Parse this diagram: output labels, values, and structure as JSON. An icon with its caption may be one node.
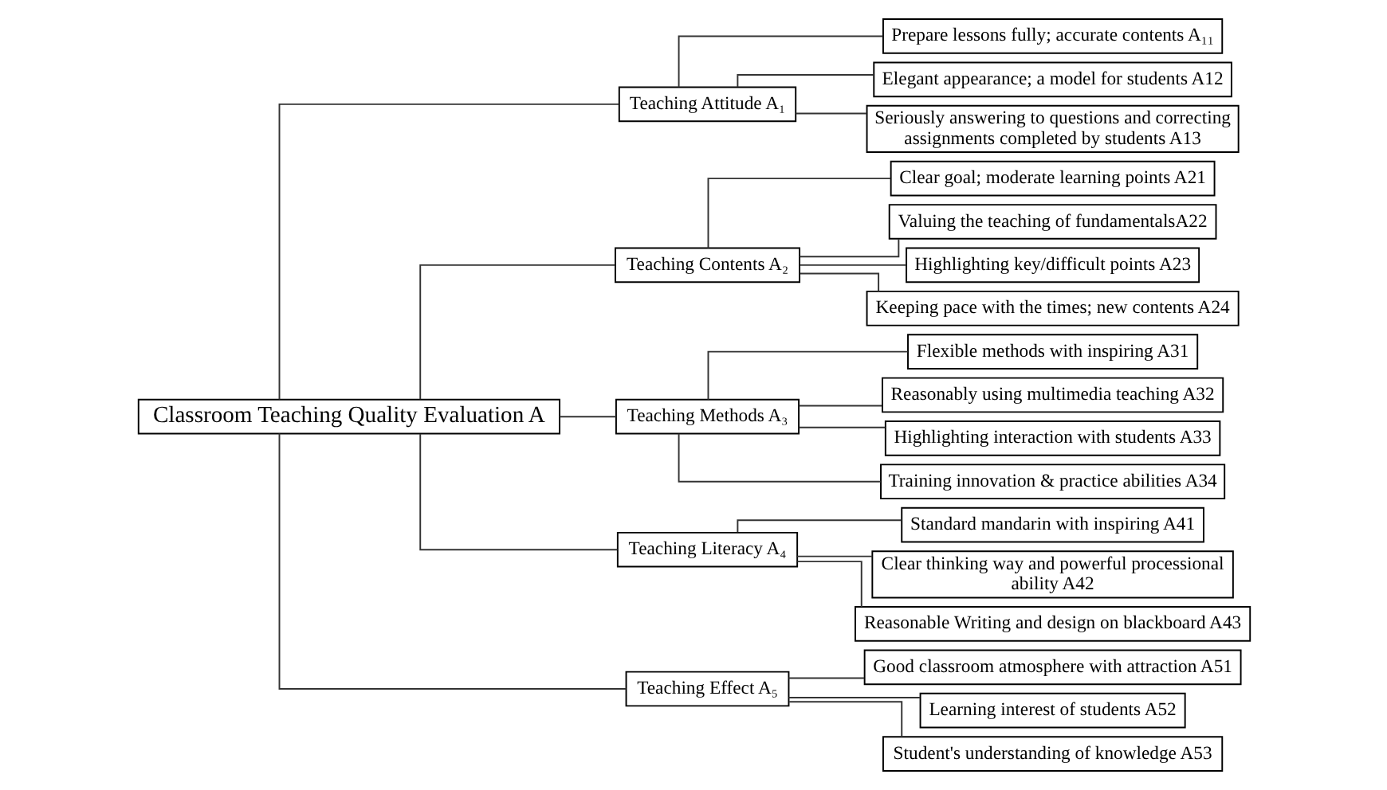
{
  "diagram": {
    "nodes": [
      {
        "text": [
          "Classroom Teaching Quality Evaluation A"
        ]
      },
      {
        "text": [
          "Teaching Attitude A₁"
        ]
      },
      {
        "text": [
          "Teaching Contents A₂"
        ]
      },
      {
        "text": [
          "Teaching Methods A₃"
        ]
      },
      {
        "text": [
          "Teaching Literacy A₄"
        ]
      },
      {
        "text": [
          "Teaching Effect A₅"
        ]
      },
      {
        "text": [
          "Prepare lessons fully; accurate contents A₁₁"
        ]
      },
      {
        "text": [
          "Elegant appearance; a model for students A12"
        ]
      },
      {
        "text": [
          "Seriously answering to questions and correcting assignments completed by students A13"
        ]
      },
      {
        "text": [
          "Clear goal; moderate learning points A21"
        ]
      },
      {
        "text": [
          "Valuing the teaching of fundamentalsA22"
        ]
      },
      {
        "text": [
          "Highlighting key/difficult points A23"
        ]
      },
      {
        "text": [
          "Keeping pace with the times; new contents A24"
        ]
      },
      {
        "text": [
          "Flexible methods with inspiring A31"
        ]
      },
      {
        "text": [
          "Reasonably using multimedia teaching A32"
        ]
      },
      {
        "text": [
          "Highlighting interaction with students A33"
        ]
      },
      {
        "text": [
          "Training innovation & practice abilities A34"
        ]
      },
      {
        "text": [
          "Standard mandarin with inspiring A41"
        ]
      },
      {
        "text": [
          "Clear thinking way and powerful processional ability A42"
        ]
      },
      {
        "text": [
          "Reasonable Writing and design on blackboard A43"
        ]
      },
      {
        "text": [
          "Good classroom atmosphere with attraction A51"
        ]
      },
      {
        "text": [
          "Learning interest of students A52"
        ]
      },
      {
        "text": [
          "Student's understanding of knowledge A53"
        ]
      }
    ],
    "edges": [
      {
        "from": 0,
        "to": 1,
        "arrow": "none"
      },
      {
        "from": 0,
        "to": 2,
        "arrow": "none"
      },
      {
        "from": 0,
        "to": 3,
        "arrow": "none"
      },
      {
        "from": 0,
        "to": 4,
        "arrow": "none"
      },
      {
        "from": 0,
        "to": 5,
        "arrow": "none"
      },
      {
        "from": 1,
        "to": 6,
        "arrow": "none"
      },
      {
        "from": 1,
        "to": 7,
        "arrow": "none"
      },
      {
        "from": 1,
        "to": 8,
        "arrow": "none"
      },
      {
        "from": 2,
        "to": 9,
        "arrow": "none"
      },
      {
        "from": 2,
        "to": 10,
        "arrow": "none"
      },
      {
        "from": 2,
        "to": 11,
        "arrow": "none"
      },
      {
        "from": 2,
        "to": 12,
        "arrow": "none"
      },
      {
        "from": 3,
        "to": 13,
        "arrow": "none"
      },
      {
        "from": 3,
        "to": 14,
        "arrow": "none"
      },
      {
        "from": 3,
        "to": 15,
        "arrow": "none"
      },
      {
        "from": 3,
        "to": 16,
        "arrow": "none"
      },
      {
        "from": 4,
        "to": 17,
        "arrow": "none"
      },
      {
        "from": 4,
        "to": 18,
        "arrow": "none"
      },
      {
        "from": 4,
        "to": 19,
        "arrow": "none"
      },
      {
        "from": 5,
        "to": 20,
        "arrow": "none"
      },
      {
        "from": 5,
        "to": 21,
        "arrow": "none"
      },
      {
        "from": 5,
        "to": 22,
        "arrow": "none"
      }
    ]
  }
}
